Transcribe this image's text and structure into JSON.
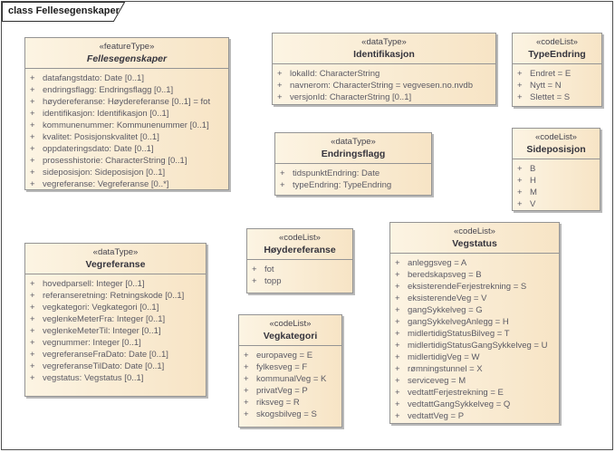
{
  "frame": {
    "label": "class Fellesegenskaper"
  },
  "colors": {
    "box_fill_left": "#fcf4e3",
    "box_fill_right": "#f7e4c5",
    "box_border": "#949494",
    "box_shadow": "#b9b9b9",
    "frame_border": "#4f4f4f",
    "attribute_text": "#5b5a64",
    "title_text": "#35343d"
  },
  "classes": [
    {
      "id": "fellesegenskaper",
      "stereotype": "«featureType»",
      "name": "Fellesegenskaper",
      "italic": true,
      "visibility": "+",
      "attributes": [
        "datafangstdato: Date [0..1]",
        "endringsflagg: Endringsflagg [0..1]",
        "høydereferanse: Høydereferanse [0..1] = fot",
        "identifikasjon: Identifikasjon [0..1]",
        "kommunenummer: Kommunenummer [0..1]",
        "kvalitet: Posisjonskvalitet [0..1]",
        "oppdateringsdato: Date [0..1]",
        "prosesshistorie: CharacterString [0..1]",
        "sideposisjon: Sideposisjon [0..1]",
        "vegreferanse: Vegreferanse [0..*]"
      ]
    },
    {
      "id": "identifikasjon",
      "stereotype": "«dataType»",
      "name": "Identifikasjon",
      "italic": false,
      "visibility": "+",
      "attributes": [
        "lokalId: CharacterString",
        "navnerom: CharacterString = vegvesen.no.nvdb",
        "versjonId: CharacterString [0..1]"
      ]
    },
    {
      "id": "typeendring",
      "stereotype": "«codeList»",
      "name": "TypeEndring",
      "italic": false,
      "visibility": "+",
      "attributes": [
        "Endret = E",
        "Nytt = N",
        "Slettet = S"
      ]
    },
    {
      "id": "endringsflagg",
      "stereotype": "«dataType»",
      "name": "Endringsflagg",
      "italic": false,
      "visibility": "+",
      "attributes": [
        "tidspunktEndring: Date",
        "typeEndring: TypeEndring"
      ]
    },
    {
      "id": "sideposisjon",
      "stereotype": "«codeList»",
      "name": "Sideposisjon",
      "italic": false,
      "visibility": "+",
      "attributes": [
        "B",
        "H",
        "M",
        "V"
      ]
    },
    {
      "id": "vegreferanse",
      "stereotype": "«dataType»",
      "name": "Vegreferanse",
      "italic": false,
      "visibility": "+",
      "attributes": [
        "hovedparsell: Integer [0..1]",
        "referanseretning: Retningskode [0..1]",
        "vegkategori: Vegkategori [0..1]",
        "veglenkeMeterFra: Integer [0..1]",
        "veglenkeMeterTil: Integer [0..1]",
        "vegnummer: Integer [0..1]",
        "vegreferanseFraDato: Date [0..1]",
        "vegreferanseTilDato: Date [0..1]",
        "vegstatus: Vegstatus [0..1]"
      ]
    },
    {
      "id": "hoydereferanse",
      "stereotype": "«codeList»",
      "name": "Høydereferanse",
      "italic": false,
      "visibility": "+",
      "attributes": [
        "fot",
        "topp"
      ]
    },
    {
      "id": "vegkategori",
      "stereotype": "«codeList»",
      "name": "Vegkategori",
      "italic": false,
      "visibility": "+",
      "attributes": [
        "europaveg = E",
        "fylkesveg = F",
        "kommunalVeg = K",
        "privatVeg = P",
        "riksveg = R",
        "skogsbilveg = S"
      ]
    },
    {
      "id": "vegstatus",
      "stereotype": "«codeList»",
      "name": "Vegstatus",
      "italic": false,
      "visibility": "+",
      "attributes": [
        "anleggsveg = A",
        "beredskapsveg = B",
        "eksisterendeFerjestrekning = S",
        "eksisterendeVeg = V",
        "gangSykkelveg = G",
        "gangSykkelvegAnlegg = H",
        "midlertidigStatusBilveg = T",
        "midlertidigStatusGangSykkelveg = U",
        "midlertidigVeg = W",
        "rømningstunnel = X",
        "serviceveg = M",
        "vedtattFerjestrekning = E",
        "vedtattGangSykkelveg = Q",
        "vedtattVeg = P"
      ]
    }
  ]
}
